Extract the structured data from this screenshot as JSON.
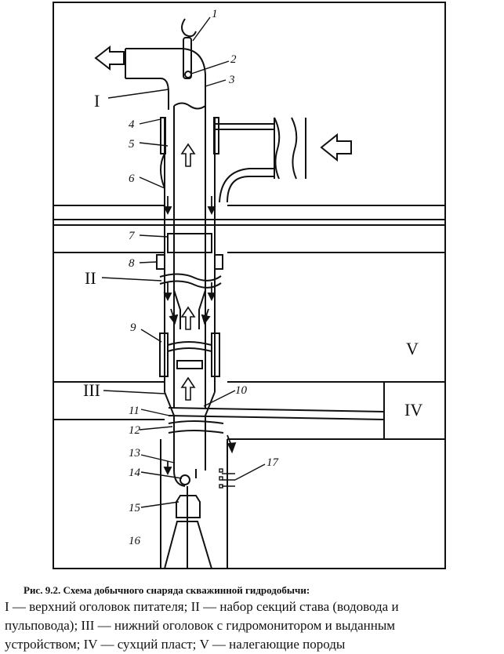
{
  "diagram": {
    "numbers": [
      "1",
      "2",
      "3",
      "4",
      "5",
      "6",
      "7",
      "8",
      "9",
      "10",
      "11",
      "12",
      "13",
      "14",
      "15",
      "16",
      "17"
    ],
    "romans": {
      "I": "I",
      "II": "II",
      "III": "III",
      "IV": "IV",
      "V": "V"
    }
  },
  "caption": {
    "title": "Рис. 9.2. Схема добычного снаряда скважинной гидродобычи:",
    "lines": [
      "I — верхний оголовок питателя; II — набор секций става (водовода и",
      "пульповода); III — нижний оголовок с гидромонитором и выданным",
      "устройством; IV — сухций пласт; V — налегающие породы"
    ]
  }
}
